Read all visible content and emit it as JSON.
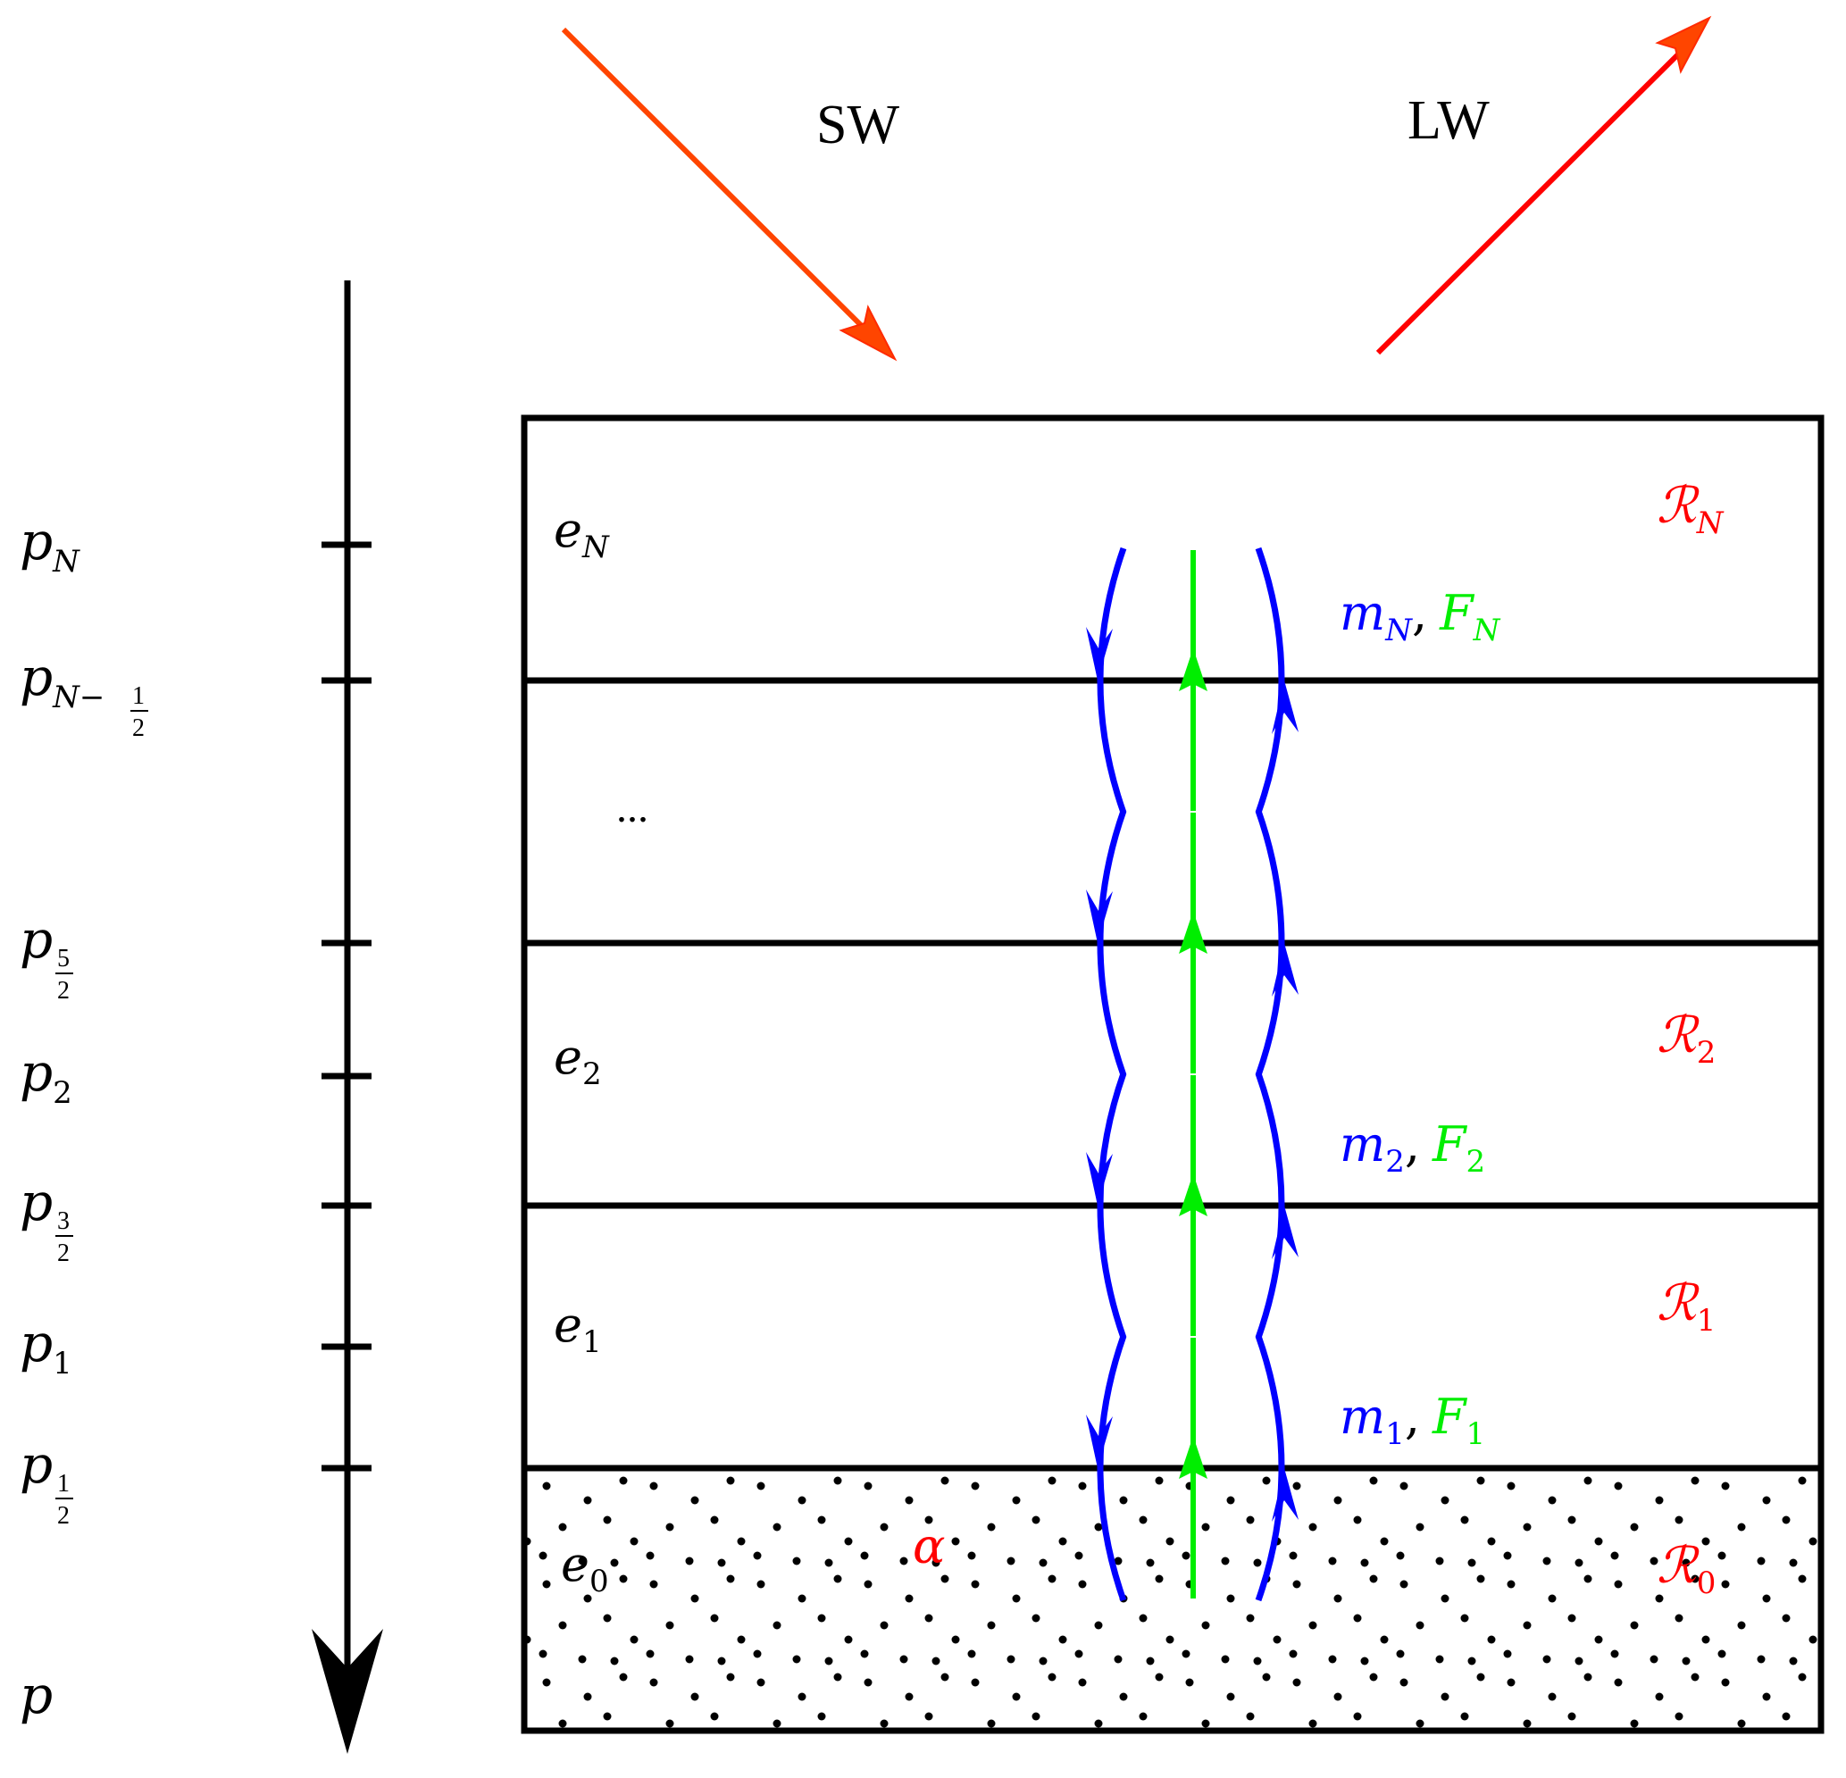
{
  "title": "Layered atmosphere column schematic",
  "colors": {
    "sw_arrow": "#ff4500",
    "lw_arrow": "#ff0000",
    "mass_flux": "#0000ff",
    "energy_flux": "#00ee00",
    "radiation": "#ff0000",
    "structure": "#000000"
  },
  "radiation": {
    "sw_label": "SW",
    "lw_label": "LW"
  },
  "pressure_axis": {
    "axis_label": "p",
    "ticks": [
      {
        "id": "pN",
        "base": "p",
        "sub": "N",
        "frac": null
      },
      {
        "id": "pN-half",
        "base": "p",
        "sub": "N−",
        "frac": [
          "1",
          "2"
        ]
      },
      {
        "id": "p5half",
        "base": "p",
        "sub": "",
        "frac": [
          "5",
          "2"
        ]
      },
      {
        "id": "p2",
        "base": "p",
        "sub": "2",
        "frac": null
      },
      {
        "id": "p3half",
        "base": "p",
        "sub": "",
        "frac": [
          "3",
          "2"
        ]
      },
      {
        "id": "p1",
        "base": "p",
        "sub": "1",
        "frac": null
      },
      {
        "id": "p1half",
        "base": "p",
        "sub": "",
        "frac": [
          "1",
          "2"
        ]
      }
    ]
  },
  "layers": {
    "energy_labels": [
      {
        "base": "e",
        "sub": "N"
      },
      {
        "base": "e",
        "sub": "2"
      },
      {
        "base": "e",
        "sub": "1"
      },
      {
        "base": "e",
        "sub": "0"
      }
    ],
    "ellipsis": "...",
    "radiative_labels": [
      {
        "base": "ℛ",
        "sub": "N"
      },
      {
        "base": "ℛ",
        "sub": "2"
      },
      {
        "base": "ℛ",
        "sub": "1"
      },
      {
        "base": "ℛ",
        "sub": "0"
      }
    ],
    "flux_labels": [
      {
        "m": "m",
        "m_sub": "N",
        "sep": ",",
        "f": "F",
        "f_sub": "N"
      },
      {
        "m": "m",
        "m_sub": "2",
        "sep": ",",
        "f": "F",
        "f_sub": "2"
      },
      {
        "m": "m",
        "m_sub": "1",
        "sep": ",",
        "f": "F",
        "f_sub": "1"
      }
    ],
    "surface_albedo": "α"
  }
}
